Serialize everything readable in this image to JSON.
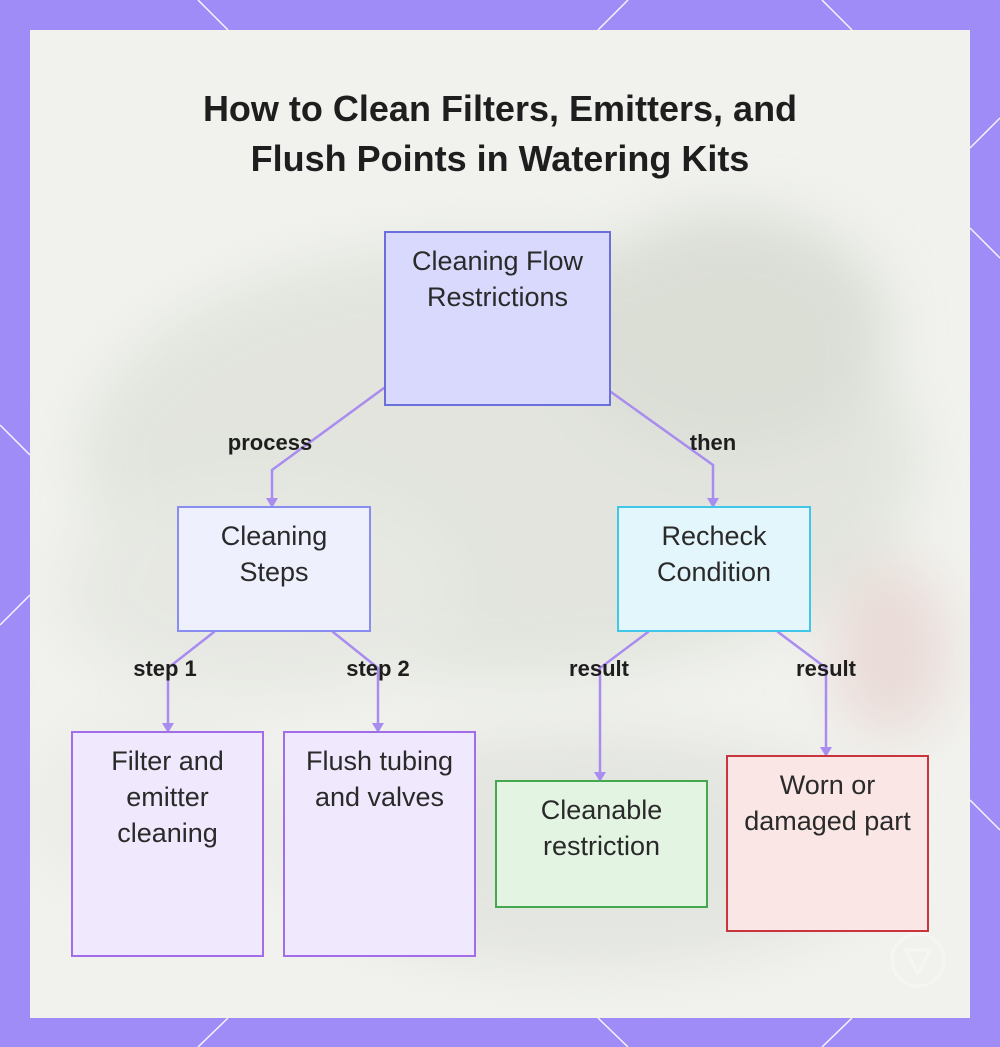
{
  "title": {
    "line1": "How to Clean Filters, Emitters, and",
    "line2": "Flush Points in Watering Kits"
  },
  "nodes": {
    "root": "Cleaning Flow Restrictions",
    "steps": "Cleaning Steps",
    "recheck": "Recheck Condition",
    "filter": "Filter and emitter cleaning",
    "flush": "Flush tubing and valves",
    "cleanable": "Cleanable restriction",
    "worn": "Worn or damaged part"
  },
  "edges": {
    "process": "process",
    "then": "then",
    "step1": "step 1",
    "step2": "step 2",
    "result_left": "result",
    "result_right": "result"
  },
  "colors": {
    "frame": "#a08cf7",
    "card": "#f1f2ee",
    "edge": "#a98cf0",
    "root_fill": "#d8d9fd",
    "root_border": "#6a6fdc",
    "steps_fill": "#eef0fe",
    "recheck_fill": "#e3f6fc",
    "recheck_border": "#3fc6e8",
    "step_node_fill": "#f0e8fc",
    "step_node_border": "#a26ee8",
    "cleanable_fill": "#e3f4e3",
    "cleanable_border": "#44a84e",
    "worn_fill": "#fbe6e6",
    "worn_border": "#c8353d"
  }
}
